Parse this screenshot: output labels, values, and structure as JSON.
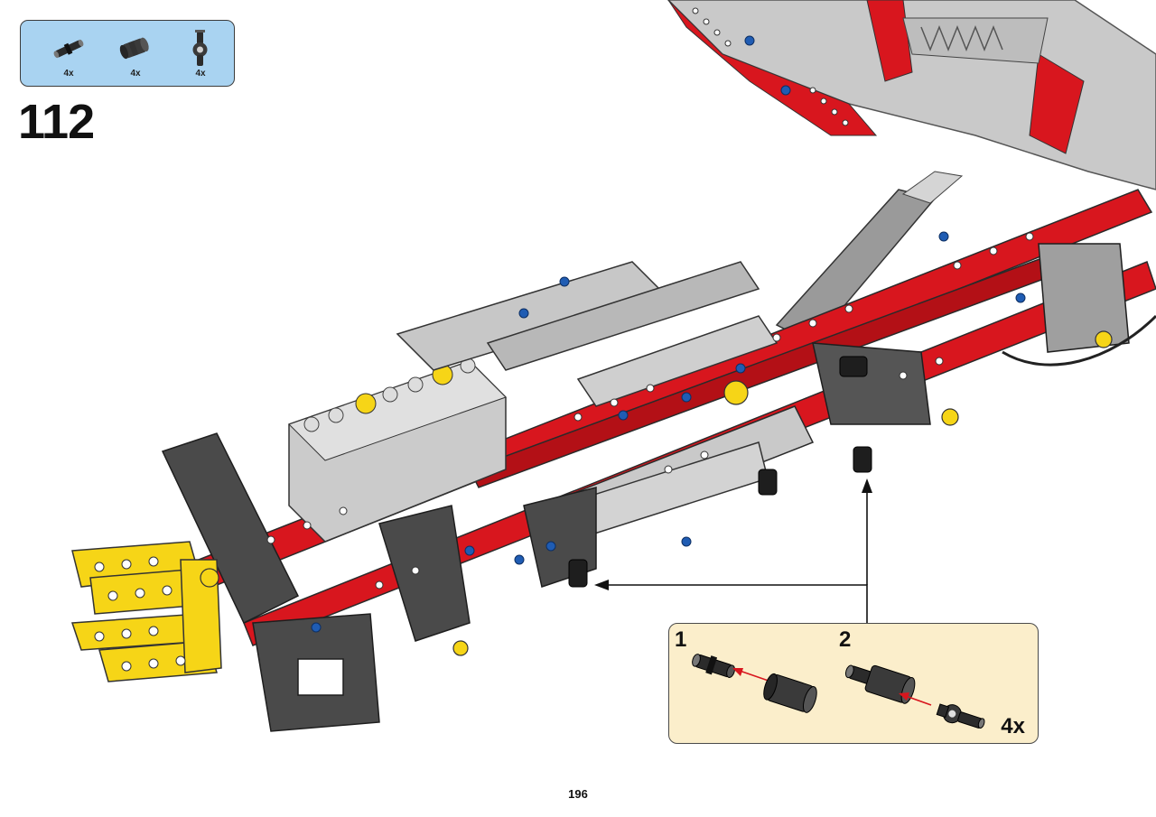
{
  "parts_list": {
    "items": [
      {
        "icon": "axle-pin-icon",
        "qty": "4x"
      },
      {
        "icon": "axle-connector-icon",
        "qty": "4x"
      },
      {
        "icon": "perpendicular-connector-icon",
        "qty": "4x"
      }
    ]
  },
  "step": {
    "number": "112"
  },
  "callout": {
    "sub_steps": [
      "1",
      "2"
    ],
    "quantity": "4x"
  },
  "page": {
    "number": "196"
  },
  "colors": {
    "parts_box_bg": "#a9d3f1",
    "callout_bg": "#fbeecb",
    "red": "#d8161e",
    "light_gray": "#c7c7c7",
    "dark_gray": "#4a4a4a",
    "yellow": "#f6d517",
    "blue": "#1f5cb3"
  }
}
